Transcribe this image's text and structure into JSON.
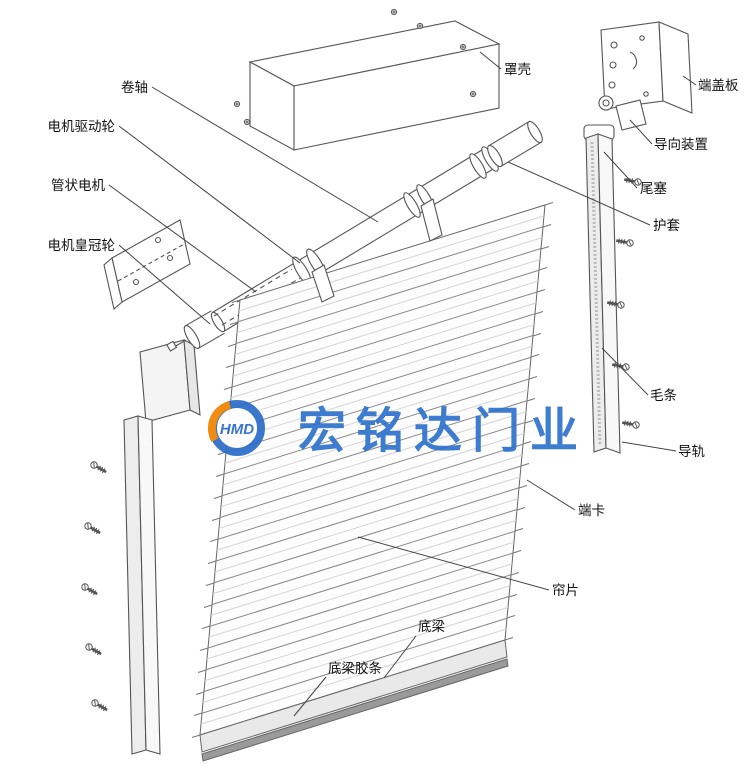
{
  "page": {
    "background": "#ffffff"
  },
  "watermark": {
    "logo_text": "HMD",
    "company_name": "宏铭达门业",
    "logo_orange": "#f08300",
    "logo_blue": "#2a6cc8",
    "text_color": "#2e72cc"
  },
  "labels": {
    "roller_shaft": "卷轴",
    "motor_drive_wheel": "电机驱动轮",
    "tubular_motor": "管状电机",
    "motor_crown_wheel": "电机皇冠轮",
    "cover_housing": "罩壳",
    "end_cover_plate": "端盖板",
    "guide_device": "导向装置",
    "tail_plug": "尾塞",
    "protective_sleeve": "护套",
    "brush_strip": "毛条",
    "guide_rail": "导轨",
    "end_clip": "端卡",
    "curtain_slat": "帘片",
    "bottom_beam": "底梁",
    "bottom_beam_rubber_strip": "底梁胶条"
  }
}
